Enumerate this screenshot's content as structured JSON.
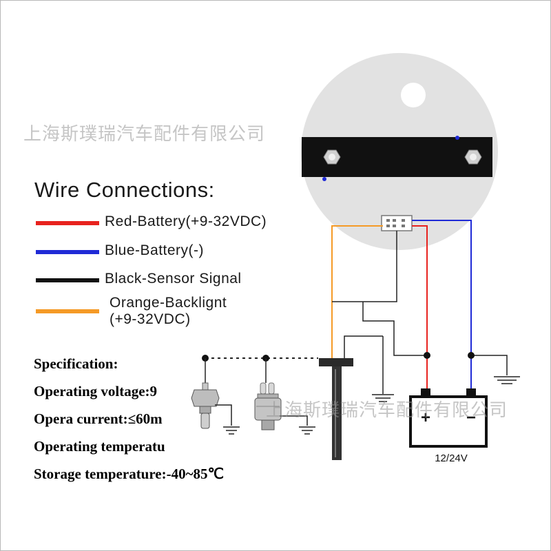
{
  "watermarks": [
    "上海斯璞瑞汽车配件有限公司",
    "上海斯璞瑞汽车配件有限公司"
  ],
  "legend": {
    "title": "Wire Connections:",
    "items": [
      {
        "label": "Red-Battery(+9-32VDC)",
        "color": "#e8221e"
      },
      {
        "label": "Blue-Battery(-)",
        "color": "#1f2ad6"
      },
      {
        "label": "Black-Sensor Signal",
        "color": "#111111"
      },
      {
        "label": "Orange-Backlignt",
        "label2": "(+9-32VDC)",
        "color": "#f59a26"
      }
    ]
  },
  "spec": {
    "heading": "Specification:",
    "lines": [
      "Operating voltage:9",
      "Opera current:≤60m",
      "Operating temperatu",
      "Storage temperature:-40~85℃"
    ]
  },
  "battery": {
    "label": "12/24V",
    "plus": "+",
    "minus": "−"
  },
  "colors": {
    "gauge_bg": "#e2e2e2",
    "bracket": "#111111",
    "wire_orange": "#f59a26",
    "wire_red": "#e8221e",
    "wire_blue": "#1f2ad6"
  }
}
